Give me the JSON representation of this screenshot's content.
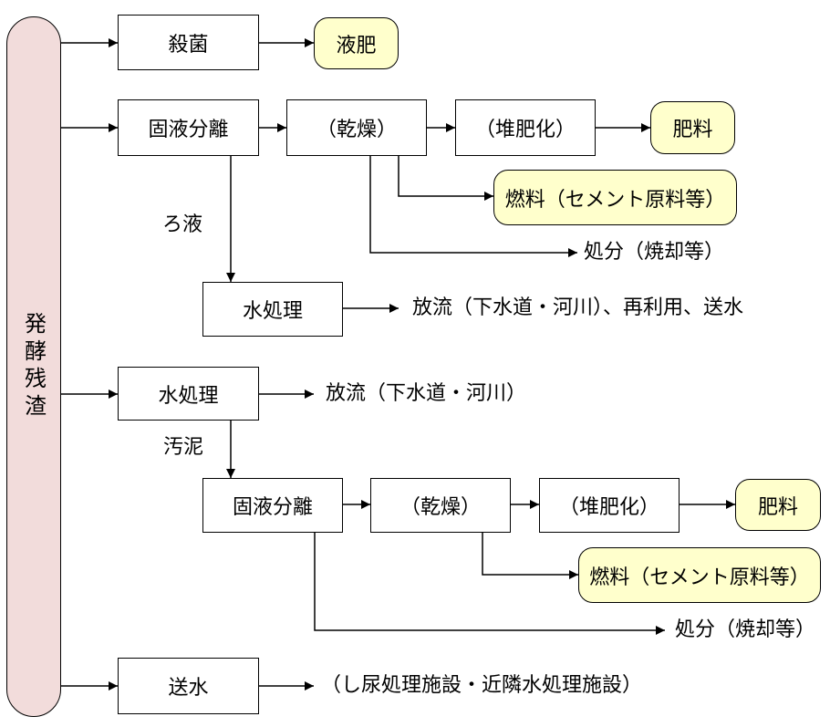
{
  "colors": {
    "product_fill": "#ffffcc",
    "side_bar_fill": "#f2dcdb",
    "line": "#000000"
  },
  "side_bar": {
    "label": "発酵残渣"
  },
  "sterilize": {
    "process": "殺菌",
    "product": "液肥"
  },
  "route1": {
    "separation": "固液分離",
    "drying": "（乾燥）",
    "composting": "（堆肥化）",
    "fertilizer": "肥料",
    "fuel": "燃料（セメント原料等）",
    "disposal": "処分（焼却等）",
    "filtrate_label": "ろ液",
    "water_treatment": "水処理",
    "water_outlet": "放流（下水道・河川）、再利用、送水"
  },
  "route2": {
    "water_treatment": "水処理",
    "water_outlet": "放流（下水道・河川）",
    "sludge_label": "汚泥",
    "separation": "固液分離",
    "drying": "（乾燥）",
    "composting": "（堆肥化）",
    "fertilizer": "肥料",
    "fuel": "燃料（セメント原料等）",
    "disposal": "処分（焼却等）"
  },
  "transfer": {
    "process": "送水",
    "destination": "（し尿処理施設・近隣水処理施設）"
  }
}
